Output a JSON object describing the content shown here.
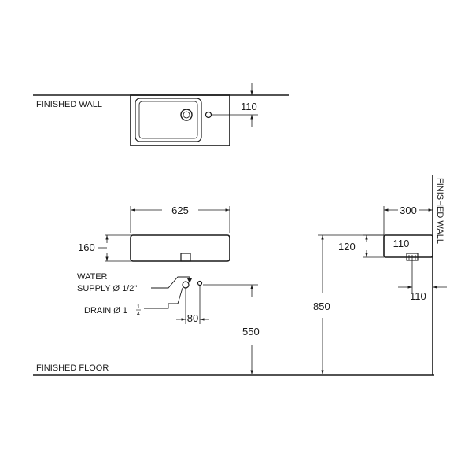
{
  "labels": {
    "finished_wall_top": "FINISHED WALL",
    "finished_wall_side": "FINISHED WALL",
    "finished_floor": "FINISHED FLOOR",
    "water_line1": "WATER",
    "water_line2": "SUPPLY Ø 1/2\"",
    "drain_main": "DRAIN Ø 1",
    "drain_frac_num": "1",
    "drain_frac_den": "4"
  },
  "dimensions": {
    "wall_offset": "110",
    "width": "625",
    "height": "160",
    "drain_spacing": "80",
    "supply_height": "550",
    "rim_height": "850",
    "depth": "300",
    "side_height": "120",
    "side_depth_top": "110",
    "side_depth_bottom": "110"
  }
}
